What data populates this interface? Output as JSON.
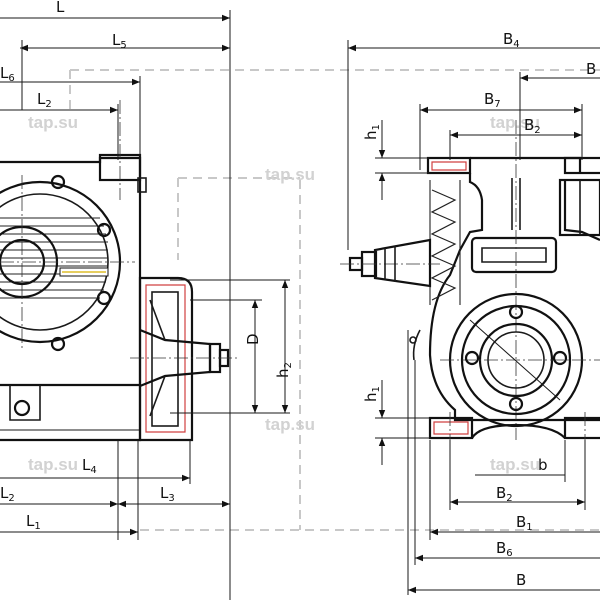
{
  "watermark": "tap.su",
  "colors": {
    "line": "#111111",
    "hatch": "#d04040",
    "watermark": "#d2d2d2",
    "dash": "#c8c8c8"
  },
  "left_view": {
    "dims": {
      "L": {
        "main": "L",
        "sub": ""
      },
      "L5": {
        "main": "L",
        "sub": "5"
      },
      "L6": {
        "main": "L",
        "sub": "6"
      },
      "L2_top": {
        "main": "L",
        "sub": "2"
      },
      "D": {
        "main": "D",
        "sub": ""
      },
      "h2": {
        "main": "h",
        "sub": "2"
      },
      "L4": {
        "main": "L",
        "sub": "4"
      },
      "L2_bottom": {
        "main": "L",
        "sub": "2"
      },
      "L3": {
        "main": "L",
        "sub": "3"
      },
      "L1": {
        "main": "L",
        "sub": "1"
      }
    }
  },
  "right_view": {
    "dims": {
      "B4": {
        "main": "B",
        "sub": "4"
      },
      "B_top": {
        "main": "B",
        "sub": ""
      },
      "B7": {
        "main": "B",
        "sub": "7"
      },
      "B2_top": {
        "main": "B",
        "sub": "2"
      },
      "h1_top": {
        "main": "h",
        "sub": "1"
      },
      "h1_bottom": {
        "main": "h",
        "sub": "1"
      },
      "b": {
        "main": "b",
        "sub": ""
      },
      "B2_bottom": {
        "main": "B",
        "sub": "2"
      },
      "B1": {
        "main": "B",
        "sub": "1"
      },
      "B6": {
        "main": "B",
        "sub": "6"
      },
      "B": {
        "main": "B",
        "sub": ""
      }
    }
  }
}
